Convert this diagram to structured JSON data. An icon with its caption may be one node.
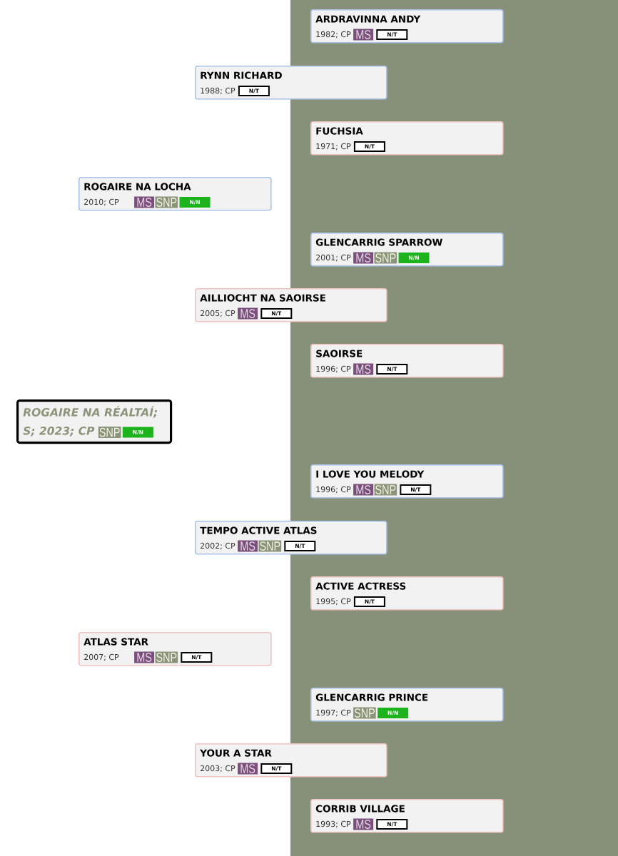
{
  "diagram": {
    "nodes": [
      {
        "text": [
          "ARDRAVINNA ANDY",
          "1982; CP",
          "MS",
          "N/T"
        ]
      },
      {
        "text": [
          "RYNN RICHARD",
          "1988; CP",
          "N/T"
        ]
      },
      {
        "text": [
          "FUCHSIA",
          "1971; CP",
          "N/T"
        ]
      },
      {
        "text": [
          "ROGAIRE NA LOCHA",
          "2010; CP",
          "MS",
          "SNP",
          "N/N"
        ]
      },
      {
        "text": [
          "GLENCARRIG SPARROW",
          "2001; CP",
          "MS",
          "SNP",
          "N/N"
        ]
      },
      {
        "text": [
          "AILLIOCHT NA SAOIRSE",
          "2005; CP",
          "MS",
          "N/T"
        ]
      },
      {
        "text": [
          "SAOIRSE",
          "1996; CP",
          "MS",
          "N/T"
        ]
      },
      {
        "text": [
          "ROGAIRE NA RÉALTAÍ;",
          "S; 2023; CP",
          "SNP",
          "N/N"
        ]
      },
      {
        "text": [
          "I LOVE YOU MELODY",
          "1996; CP",
          "MS",
          "SNP",
          "N/T"
        ]
      },
      {
        "text": [
          "TEMPO ACTIVE ATLAS",
          "2002; CP",
          "MS",
          "SNP",
          "N/T"
        ]
      },
      {
        "text": [
          "ACTIVE ACTRESS",
          "1995; CP",
          "N/T"
        ]
      },
      {
        "text": [
          "ATLAS STAR",
          "2007; CP",
          "MS",
          "SNP",
          "N/T"
        ]
      },
      {
        "text": [
          "GLENCARRIG PRINCE",
          "1997; CP",
          "SNP",
          "N/N"
        ]
      },
      {
        "text": [
          "YOUR A STAR",
          "2003; CP",
          "MS",
          "N/T"
        ]
      },
      {
        "text": [
          "CORRIB VILLAGE",
          "1993; CP",
          "MS",
          "N/T"
        ]
      }
    ]
  }
}
